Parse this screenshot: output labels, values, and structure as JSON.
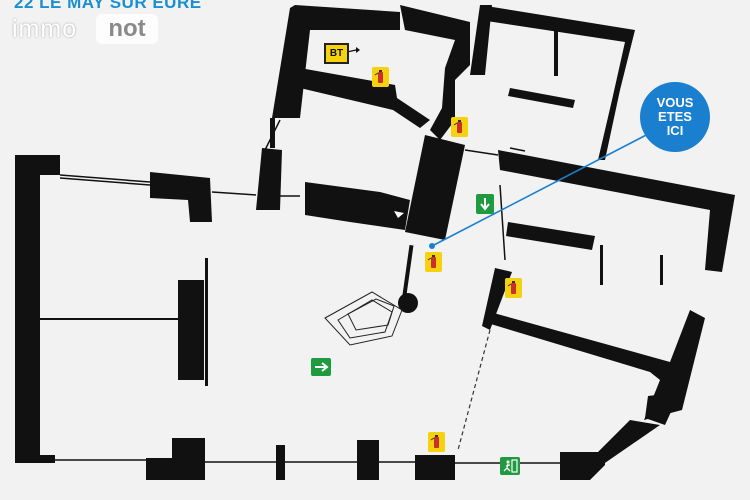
{
  "header": {
    "partial_title": "22  LE MAY SUR EURE"
  },
  "watermark": {
    "left": "immo",
    "right": "not"
  },
  "you_are_here": {
    "line1": "VOUS",
    "line2": "ETES",
    "line3": "ICI",
    "color": "#1a7fcf"
  },
  "electrical_panel": {
    "label": "BT"
  },
  "colors": {
    "walls": "#111111",
    "background": "#f2f2f2",
    "extinguisher": "#f5d20c",
    "exit_sign": "#1f9a3e"
  },
  "icons": {
    "extinguishers": [
      "fire-extinguisher-icon"
    ],
    "exits": [
      "emergency-exit-icon"
    ]
  }
}
